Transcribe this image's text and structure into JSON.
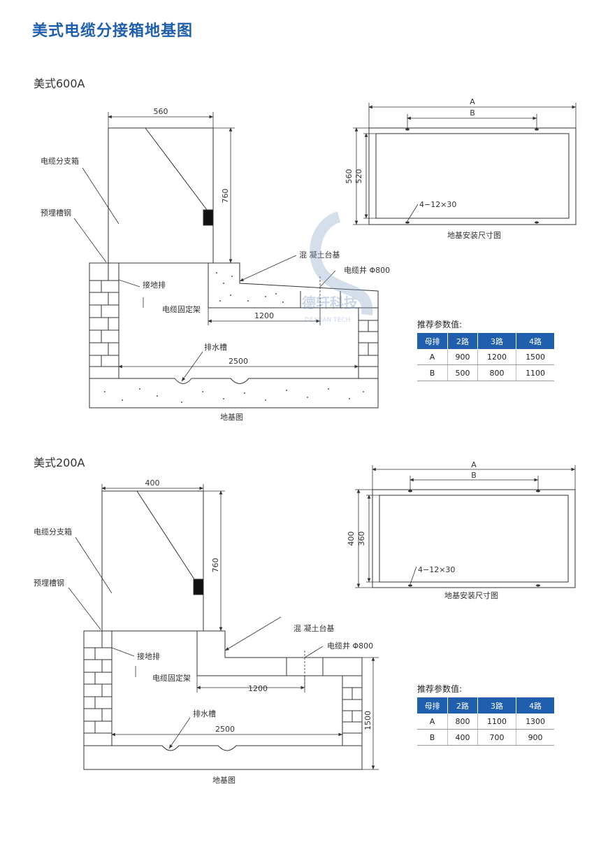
{
  "page": {
    "title": "美式电缆分接箱地基图"
  },
  "watermark": {
    "text": "德轩科技",
    "sub": "DEXUAN TECH"
  },
  "sections": [
    {
      "title": "美式600A",
      "elevation": {
        "dims": {
          "box_width": "560",
          "box_height": "760",
          "pad": "1200",
          "pit": "2500"
        },
        "labels": {
          "box": "电缆分支箱",
          "steel": "预埋槽钢",
          "concrete": "混 凝土台基",
          "well": "电缆井 Φ800",
          "ground_bar": "接地排",
          "bracket": "电缆固定架",
          "drain": "排水槽",
          "caption": "地基图"
        }
      },
      "plan": {
        "dims": {
          "a": "A",
          "b": "B",
          "outer": "560",
          "inner": "520",
          "holes": "4−12×30"
        },
        "caption": "地基安装尺寸图"
      },
      "params": {
        "title": "推荐参数值:",
        "headers": [
          "母排",
          "2路",
          "3路",
          "4路"
        ],
        "rows": [
          [
            "A",
            "900",
            "1200",
            "1500"
          ],
          [
            "B",
            "500",
            "800",
            "1100"
          ]
        ]
      }
    },
    {
      "title": "美式200A",
      "elevation": {
        "dims": {
          "box_width": "400",
          "box_height": "760",
          "pad": "1200",
          "pit": "2500",
          "depth": "1500"
        },
        "labels": {
          "box": "电缆分支箱",
          "steel": "预埋槽钢",
          "concrete": "混 凝土台基",
          "well": "电缆井 Φ800",
          "ground_bar": "接地排",
          "bracket": "电缆固定架",
          "drain": "排水槽",
          "caption": "地基图"
        }
      },
      "plan": {
        "dims": {
          "a": "A",
          "b": "B",
          "outer": "400",
          "inner": "360",
          "holes": "4−12×30"
        },
        "caption": "地基安装尺寸图"
      },
      "params": {
        "title": "推荐参数值:",
        "headers": [
          "母排",
          "2路",
          "3路",
          "4路"
        ],
        "rows": [
          [
            "A",
            "800",
            "1100",
            "1300"
          ],
          [
            "B",
            "400",
            "700",
            "900"
          ]
        ]
      }
    }
  ]
}
